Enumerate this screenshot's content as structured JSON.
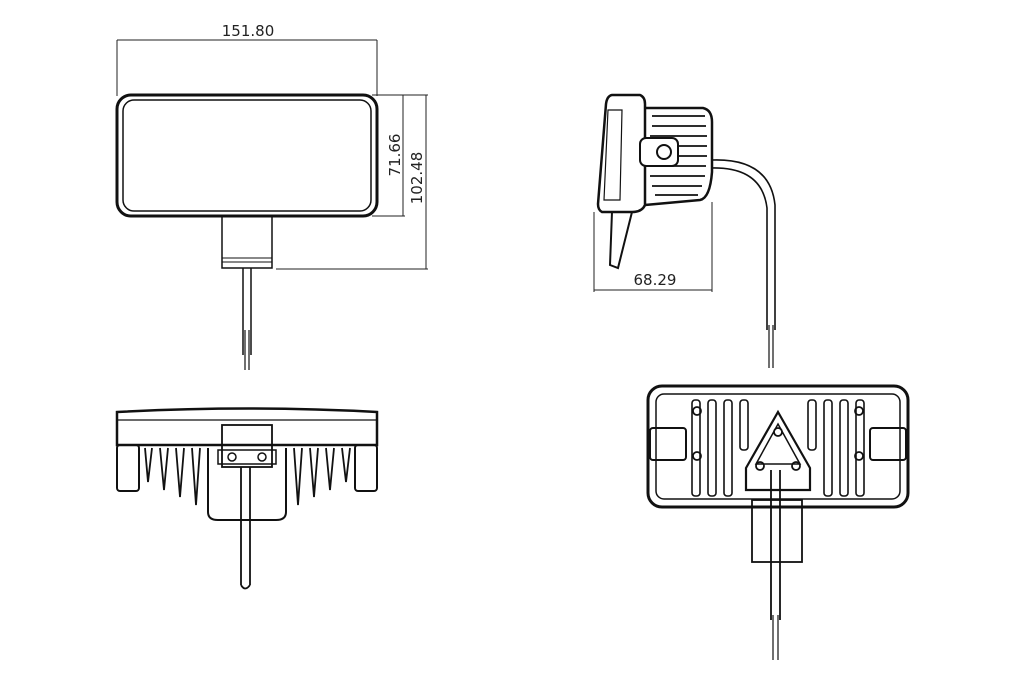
{
  "dimensions": {
    "width_front": "151.80",
    "height_lens": "71.66",
    "height_total": "102.48",
    "depth_side": "68.29"
  },
  "colors": {
    "line": "#111111",
    "background": "#ffffff"
  }
}
